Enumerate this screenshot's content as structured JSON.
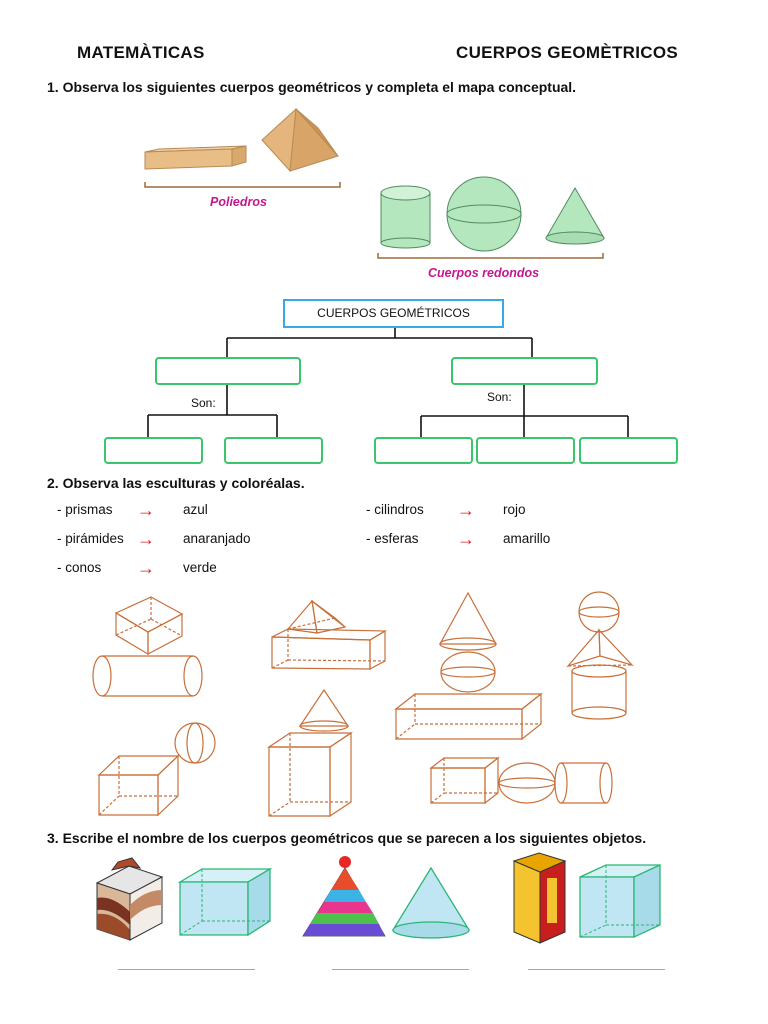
{
  "header": {
    "subject": "MATEMÀTICAS",
    "topic": "CUERPOS GEOMÈTRICOS"
  },
  "q1": {
    "text": "1. Observa los siguientes cuerpos geométricos y completa el mapa conceptual.",
    "caption_left": "Poliedros",
    "caption_right": "Cuerpos redondos"
  },
  "concept_map": {
    "root": "CUERPOS GEOMÉTRICOS",
    "son_left": "Son:",
    "son_right": "Son:"
  },
  "q2": {
    "text": "2. Observa las esculturas y coloréalas.",
    "left_items": [
      {
        "shape": "- prismas",
        "color": "azul"
      },
      {
        "shape": "- pirámides",
        "color": "anaranjado"
      },
      {
        "shape": "- conos",
        "color": "verde"
      }
    ],
    "right_items": [
      {
        "shape": "- cilindros",
        "color": "rojo"
      },
      {
        "shape": "- esferas",
        "color": "amarillo"
      }
    ],
    "arrow": "→"
  },
  "q3": {
    "text": "3. Escribe el nombre de los cuerpos geométricos que se parecen a los siguientes objetos."
  },
  "colors": {
    "map_root_border": "#3aa8e8",
    "map_box_border": "#37c66a",
    "caption": "#c2188c",
    "arrow": "#e01b1b",
    "sculpture_line": "#c8703a",
    "solid_light_blue": "#bfe6f2",
    "solid_green_line": "#2bb673",
    "answer_line": "#e88a8a"
  }
}
